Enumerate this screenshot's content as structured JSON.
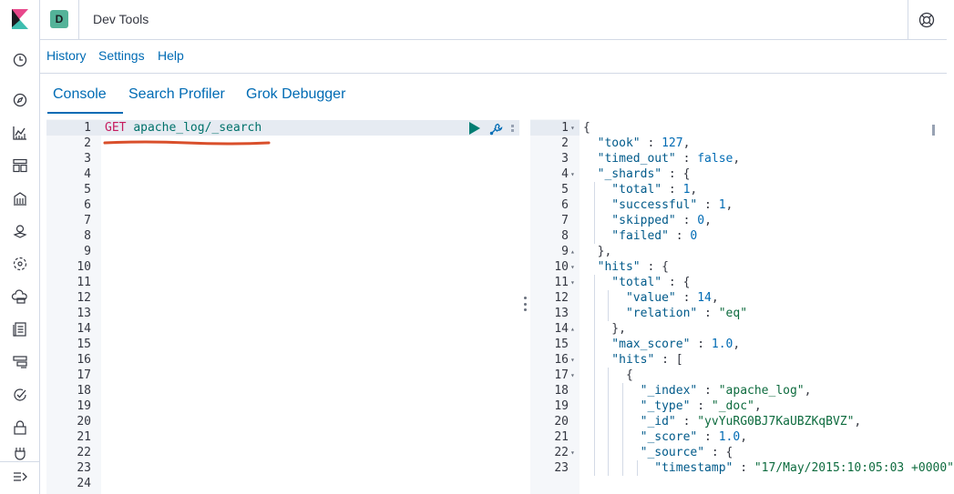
{
  "header": {
    "space_initial": "D",
    "app_title": "Dev Tools"
  },
  "topmenu": {
    "history": "History",
    "settings": "Settings",
    "help": "Help"
  },
  "tabs": [
    "Console",
    "Search Profiler",
    "Grok Debugger"
  ],
  "colors": {
    "accent": "#006bb4",
    "space_badge": "#54b399",
    "method": "#c61b5e",
    "annotation": "#d94f2b"
  },
  "request": {
    "method": "GET",
    "path": "apache_log/_search",
    "line_count": 24
  },
  "response": {
    "lines": [
      {
        "n": "1",
        "fold": "▾",
        "d": 0,
        "parts": [
          [
            "p",
            "{"
          ]
        ]
      },
      {
        "n": "2",
        "fold": "",
        "d": 0,
        "parts": [
          [
            "s",
            "  \"took\""
          ],
          [
            "p",
            " : "
          ],
          [
            "n",
            "127"
          ],
          [
            "p",
            ","
          ]
        ]
      },
      {
        "n": "3",
        "fold": "",
        "d": 0,
        "parts": [
          [
            "s",
            "  \"timed_out\""
          ],
          [
            "p",
            " : "
          ],
          [
            "n",
            "false"
          ],
          [
            "p",
            ","
          ]
        ]
      },
      {
        "n": "4",
        "fold": "▾",
        "d": 0,
        "parts": [
          [
            "s",
            "  \"_shards\""
          ],
          [
            "p",
            " : {"
          ]
        ]
      },
      {
        "n": "5",
        "fold": "",
        "d": 1,
        "parts": [
          [
            "s",
            "    \"total\""
          ],
          [
            "p",
            " : "
          ],
          [
            "n",
            "1"
          ],
          [
            "p",
            ","
          ]
        ]
      },
      {
        "n": "6",
        "fold": "",
        "d": 1,
        "parts": [
          [
            "s",
            "    \"successful\""
          ],
          [
            "p",
            " : "
          ],
          [
            "n",
            "1"
          ],
          [
            "p",
            ","
          ]
        ]
      },
      {
        "n": "7",
        "fold": "",
        "d": 1,
        "parts": [
          [
            "s",
            "    \"skipped\""
          ],
          [
            "p",
            " : "
          ],
          [
            "n",
            "0"
          ],
          [
            "p",
            ","
          ]
        ]
      },
      {
        "n": "8",
        "fold": "",
        "d": 1,
        "parts": [
          [
            "s",
            "    \"failed\""
          ],
          [
            "p",
            " : "
          ],
          [
            "n",
            "0"
          ]
        ]
      },
      {
        "n": "9",
        "fold": "▴",
        "d": 0,
        "parts": [
          [
            "p",
            "  },"
          ]
        ]
      },
      {
        "n": "10",
        "fold": "▾",
        "d": 0,
        "parts": [
          [
            "s",
            "  \"hits\""
          ],
          [
            "p",
            " : {"
          ]
        ]
      },
      {
        "n": "11",
        "fold": "▾",
        "d": 1,
        "parts": [
          [
            "s",
            "    \"total\""
          ],
          [
            "p",
            " : {"
          ]
        ]
      },
      {
        "n": "12",
        "fold": "",
        "d": 2,
        "parts": [
          [
            "s",
            "      \"value\""
          ],
          [
            "p",
            " : "
          ],
          [
            "n",
            "14"
          ],
          [
            "p",
            ","
          ]
        ]
      },
      {
        "n": "13",
        "fold": "",
        "d": 2,
        "parts": [
          [
            "s",
            "      \"relation\""
          ],
          [
            "p",
            " : "
          ],
          [
            "v",
            "\"eq\""
          ]
        ]
      },
      {
        "n": "14",
        "fold": "▴",
        "d": 1,
        "parts": [
          [
            "p",
            "    },"
          ]
        ]
      },
      {
        "n": "15",
        "fold": "",
        "d": 1,
        "parts": [
          [
            "s",
            "    \"max_score\""
          ],
          [
            "p",
            " : "
          ],
          [
            "n",
            "1.0"
          ],
          [
            "p",
            ","
          ]
        ]
      },
      {
        "n": "16",
        "fold": "▾",
        "d": 1,
        "parts": [
          [
            "s",
            "    \"hits\""
          ],
          [
            "p",
            " : ["
          ]
        ]
      },
      {
        "n": "17",
        "fold": "▾",
        "d": 2,
        "parts": [
          [
            "p",
            "      {"
          ]
        ]
      },
      {
        "n": "18",
        "fold": "",
        "d": 3,
        "parts": [
          [
            "s",
            "        \"_index\""
          ],
          [
            "p",
            " : "
          ],
          [
            "v",
            "\"apache_log\""
          ],
          [
            "p",
            ","
          ]
        ]
      },
      {
        "n": "19",
        "fold": "",
        "d": 3,
        "parts": [
          [
            "s",
            "        \"_type\""
          ],
          [
            "p",
            " : "
          ],
          [
            "v",
            "\"_doc\""
          ],
          [
            "p",
            ","
          ]
        ]
      },
      {
        "n": "20",
        "fold": "",
        "d": 3,
        "parts": [
          [
            "s",
            "        \"_id\""
          ],
          [
            "p",
            " : "
          ],
          [
            "v",
            "\"yvYuRG0BJ7KaUBZKqBVZ\""
          ],
          [
            "p",
            ","
          ]
        ]
      },
      {
        "n": "21",
        "fold": "",
        "d": 3,
        "parts": [
          [
            "s",
            "        \"_score\""
          ],
          [
            "p",
            " : "
          ],
          [
            "n",
            "1.0"
          ],
          [
            "p",
            ","
          ]
        ]
      },
      {
        "n": "22",
        "fold": "▾",
        "d": 3,
        "parts": [
          [
            "s",
            "        \"_source\""
          ],
          [
            "p",
            " : {"
          ]
        ]
      },
      {
        "n": "23",
        "fold": "",
        "d": 4,
        "parts": [
          [
            "s",
            "          \"timestamp\""
          ],
          [
            "p",
            " : "
          ],
          [
            "v",
            "\"17/May/2015:10:05:03 +0000\""
          ]
        ]
      }
    ]
  },
  "icons": {
    "logo": "kibana-logo",
    "help": "help-lifebuoy-icon",
    "run": "play-icon",
    "wrench": "wrench-icon",
    "nav": [
      "clock-icon",
      "compass-icon",
      "visualize-icon",
      "dashboard-icon",
      "canvas-icon",
      "maps-icon",
      "ml-icon",
      "infrastructure-icon",
      "logs-icon",
      "apm-icon",
      "uptime-icon",
      "security-icon",
      "dev-tools-icon",
      "collapse-icon"
    ]
  }
}
